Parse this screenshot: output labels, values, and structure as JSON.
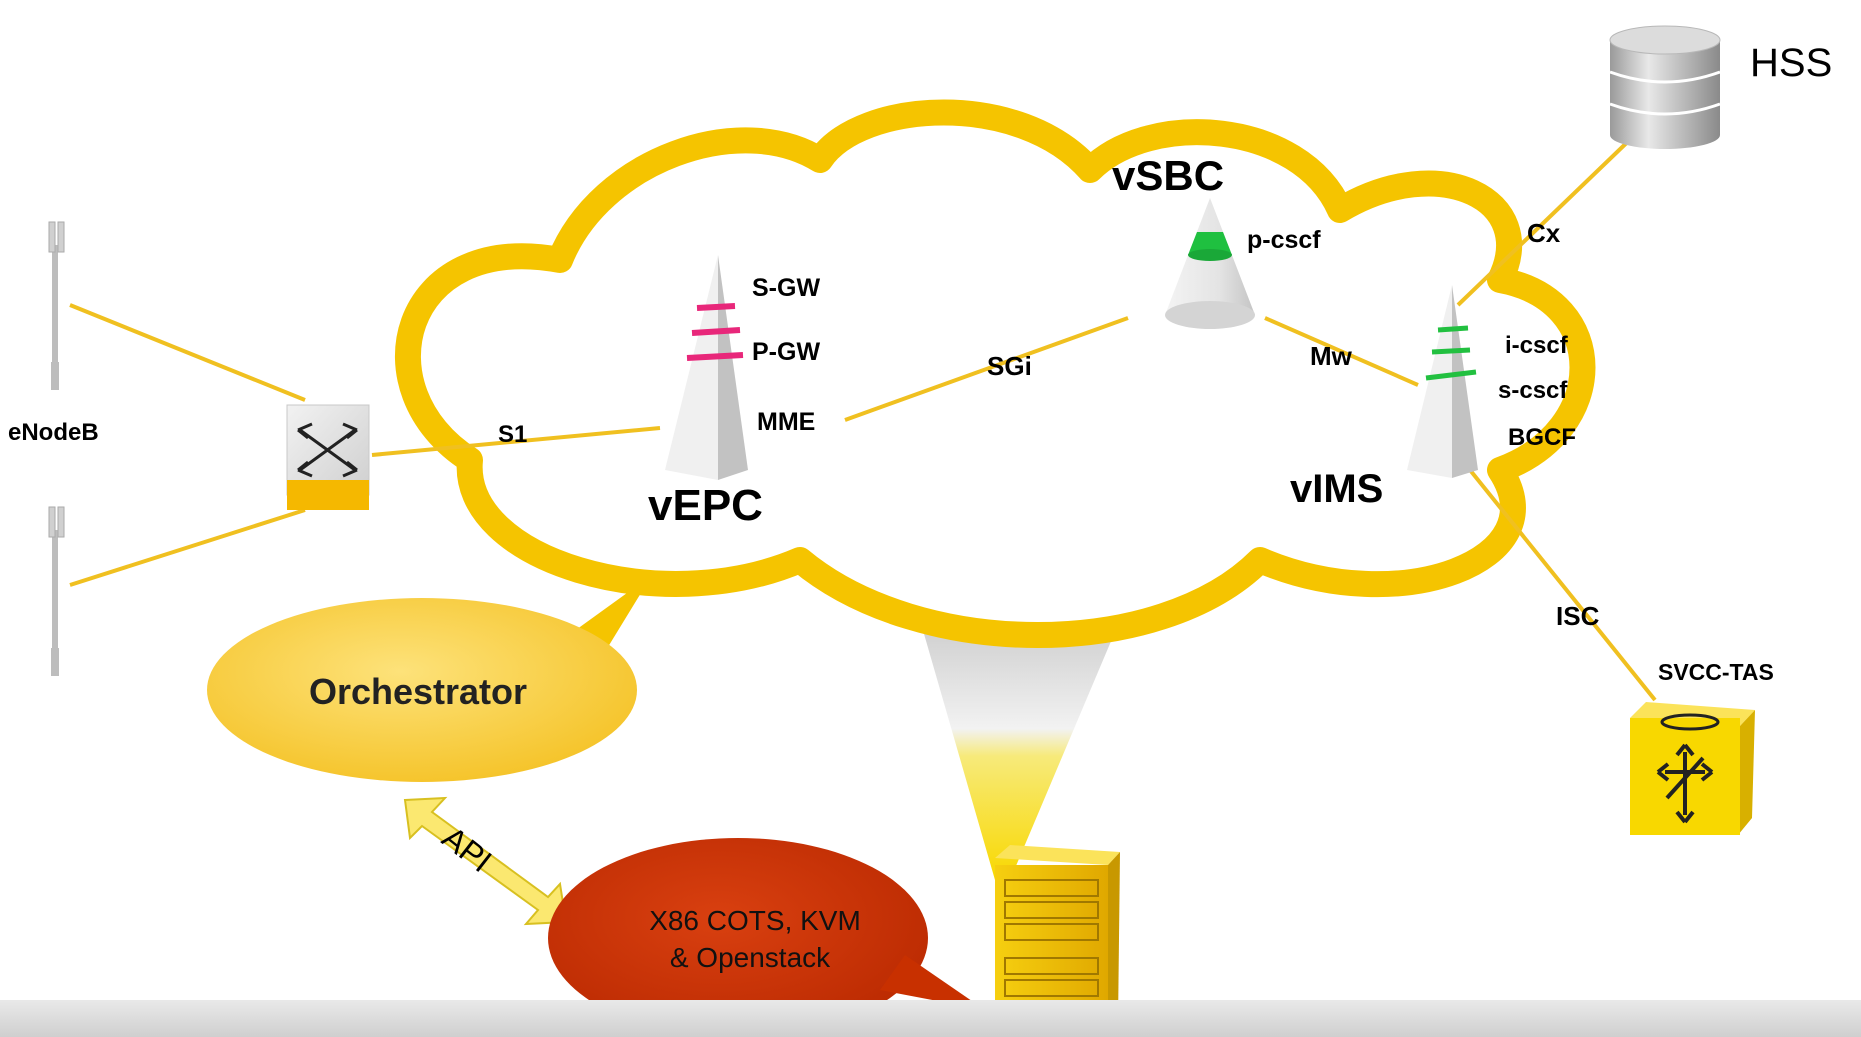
{
  "labels": {
    "hss": "HSS",
    "cx": "Cx",
    "vsbc": "vSBC",
    "p_cscf": "p-cscf",
    "s_gw": "S-GW",
    "p_gw": "P-GW",
    "mme": "MME",
    "sgi": "SGi",
    "mw": "Mw",
    "i_cscf": "i-cscf",
    "s_cscf": "s-cscf",
    "bgcf": "BGCF",
    "enodeb": "eNodeB",
    "s1": "S1",
    "vepc": "vEPC",
    "vims": "vIMS",
    "isc": "ISC",
    "svcc_tas": "SVCC-TAS",
    "orchestrator": "Orchestrator",
    "api": "API",
    "cots_line1": "X86 COTS, KVM",
    "cots_line2": "& Openstack"
  },
  "colors": {
    "cloud_outline": "#f5c400",
    "link_line": "#f0c020",
    "epc_stripe": "#e8277a",
    "ims_stripe": "#22c040",
    "sbc_band": "#1fc040",
    "orchestrator_fill": "#f8c830",
    "cots_fill": "#c83000",
    "cube_fill": "#f8d800"
  }
}
